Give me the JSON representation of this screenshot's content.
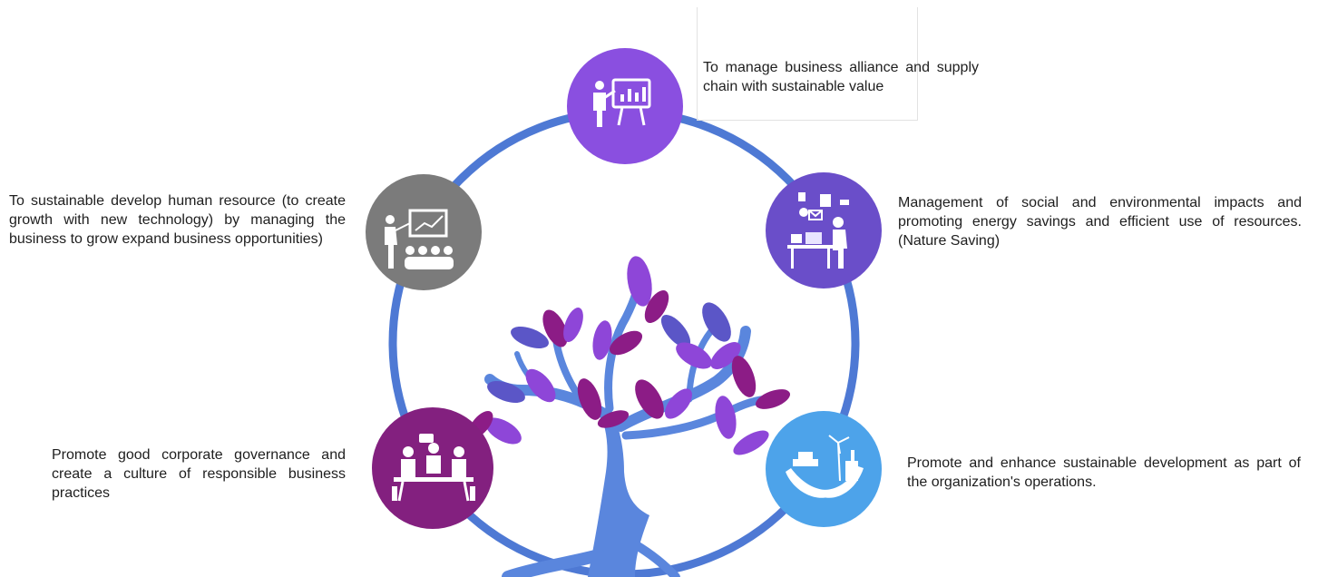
{
  "colors": {
    "ring": "#4e79d4",
    "tree": "#5a86dd",
    "node_top": "#8a4fe0",
    "node_right": "#6a4ec9",
    "node_left": "#7b7b7b",
    "node_bottom_left": "#83207f",
    "node_bottom_right": "#4da3ea",
    "leaf_purple": "#8e46d8",
    "leaf_magenta": "#8c1c86",
    "leaf_indigo": "#5b56c7"
  },
  "nodes": {
    "top": {
      "icon": "presentation-chart-icon",
      "text": "To manage business alliance and supply chain with sustainable value"
    },
    "right": {
      "icon": "office-worker-laptop-icon",
      "text": "Management of social and environmental impacts and promoting energy savings and efficient use of resources. (Nature Saving)"
    },
    "bottom_right": {
      "icon": "green-energy-hands-icon",
      "text": "Promote and enhance sustainable development as part of the organization's operations."
    },
    "left": {
      "icon": "training-audience-icon",
      "text": "To sustainable develop human resource (to create growth with new technology) by managing the business to grow expand business opportunities)"
    },
    "bottom_left": {
      "icon": "meeting-table-icon",
      "text": "Promote good corporate governance and create a culture of responsible business practices"
    }
  }
}
